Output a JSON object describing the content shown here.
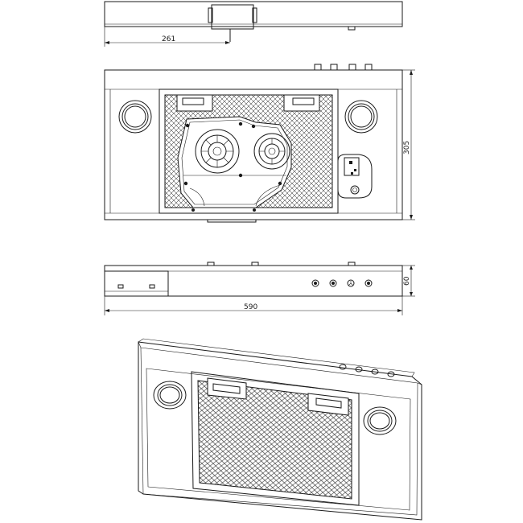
{
  "dimensions": {
    "top_offset": "261",
    "height": "305",
    "depth": "60",
    "width": "590"
  },
  "colors": {
    "line": "#1a1a1a",
    "background": "#ffffff"
  }
}
